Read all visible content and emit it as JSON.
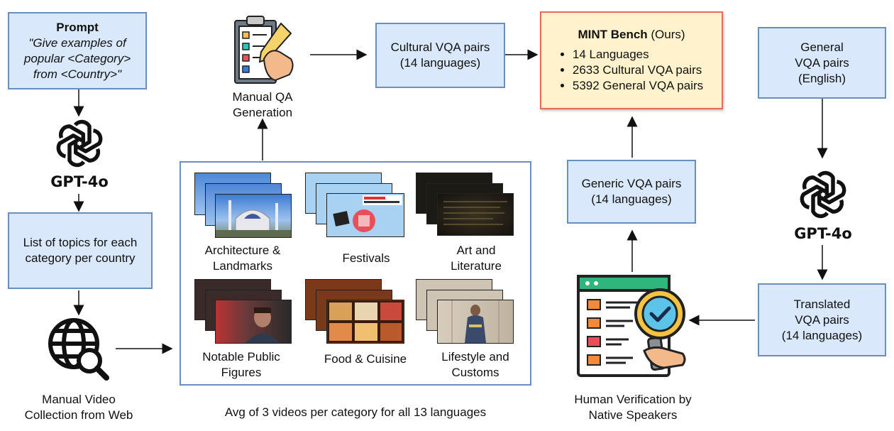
{
  "prompt": {
    "title": "Prompt",
    "line1": "\"Give examples of",
    "line2": "popular <Category>",
    "line3": "from <Country>\""
  },
  "gpt_left": {
    "label": "GPT-4o",
    "icon": "openai-logo-icon"
  },
  "gpt_right": {
    "label": "GPT-4o",
    "icon": "openai-logo-icon"
  },
  "topics": {
    "line1": "List of topics for each",
    "line2": "category per country"
  },
  "video_collection": {
    "line1": "Manual Video",
    "line2": "Collection from Web",
    "icon": "globe-search-icon"
  },
  "manual_qa": {
    "line1": "Manual QA",
    "line2": "Generation",
    "icon": "clipboard-hand-icon"
  },
  "cultural_vqa": {
    "line1": "Cultural VQA pairs",
    "line2": "(14 languages)"
  },
  "mint": {
    "title_bold": "MINT Bench",
    "title_rest": " (Ours)",
    "items": [
      "14 Languages",
      "2633 Cultural VQA pairs",
      "5392 General VQA pairs"
    ]
  },
  "general_vqa": {
    "line1": "General",
    "line2": "VQA pairs",
    "line3": "(English)"
  },
  "translated_vqa": {
    "line1": "Translated",
    "line2": "VQA pairs",
    "line3": "(14 languages)"
  },
  "generic_vqa": {
    "line1": "Generic VQA pairs",
    "line2": "(14 languages)"
  },
  "human_verification": {
    "line1": "Human Verification by",
    "line2": "Native Speakers",
    "icon": "document-magnifier-icon"
  },
  "categories": {
    "architecture": {
      "line1": "Architecture &",
      "line2": "Landmarks"
    },
    "festivals": {
      "line1": "Festivals"
    },
    "art": {
      "line1": "Art and",
      "line2": "Literature"
    },
    "figures": {
      "line1": "Notable Public",
      "line2": "Figures"
    },
    "food": {
      "line1": "Food & Cuisine"
    },
    "lifestyle": {
      "line1": "Lifestyle and",
      "line2": "Customs"
    }
  },
  "caption": "Avg of 3 videos per category for all 13 languages",
  "colors": {
    "box_fill": "#dae8fc",
    "box_border": "#6c8ebf",
    "mint_fill": "#fff2cc",
    "mint_border": "#e86a5c"
  }
}
